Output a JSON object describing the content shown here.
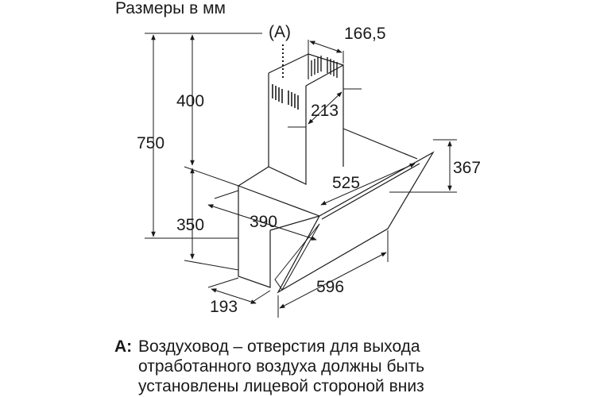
{
  "title": "Размеры в мм",
  "callout_label": "(A)",
  "dimensions": {
    "total_height": "750",
    "chimney_height": "400",
    "body_height": "350",
    "chimney_width": "166,5",
    "chimney_depth": "213",
    "hood_depth": "367",
    "top_width": "525",
    "body_width": "390",
    "panel_width": "596",
    "body_depth": "193"
  },
  "note": {
    "label": "A:",
    "lines": [
      "Воздуховод – отверстия для выхода",
      "отработанного воздуха должны быть",
      "установлены лицевой стороной вниз"
    ]
  }
}
